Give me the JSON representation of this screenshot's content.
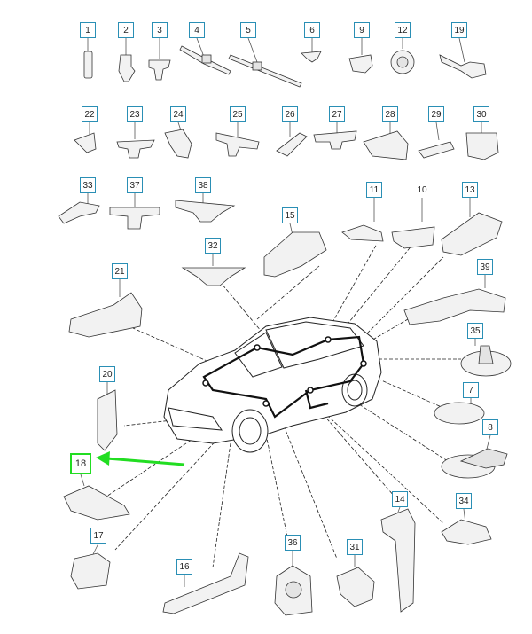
{
  "parts": [
    {
      "id": "1",
      "label": "1"
    },
    {
      "id": "2",
      "label": "2"
    },
    {
      "id": "3",
      "label": "3"
    },
    {
      "id": "4",
      "label": "4"
    },
    {
      "id": "5",
      "label": "5"
    },
    {
      "id": "6",
      "label": "6"
    },
    {
      "id": "9",
      "label": "9"
    },
    {
      "id": "12",
      "label": "12"
    },
    {
      "id": "19",
      "label": "19"
    },
    {
      "id": "22",
      "label": "22"
    },
    {
      "id": "23",
      "label": "23"
    },
    {
      "id": "24",
      "label": "24"
    },
    {
      "id": "25",
      "label": "25"
    },
    {
      "id": "26",
      "label": "26"
    },
    {
      "id": "27",
      "label": "27"
    },
    {
      "id": "28",
      "label": "28"
    },
    {
      "id": "29",
      "label": "29"
    },
    {
      "id": "30",
      "label": "30"
    },
    {
      "id": "33",
      "label": "33"
    },
    {
      "id": "37",
      "label": "37"
    },
    {
      "id": "38",
      "label": "38"
    },
    {
      "id": "11",
      "label": "11"
    },
    {
      "id": "10",
      "label": "10"
    },
    {
      "id": "13",
      "label": "13"
    },
    {
      "id": "15",
      "label": "15"
    },
    {
      "id": "32",
      "label": "32"
    },
    {
      "id": "21",
      "label": "21"
    },
    {
      "id": "39",
      "label": "39"
    },
    {
      "id": "35",
      "label": "35"
    },
    {
      "id": "20",
      "label": "20"
    },
    {
      "id": "7",
      "label": "7"
    },
    {
      "id": "8",
      "label": "8"
    },
    {
      "id": "18",
      "label": "18"
    },
    {
      "id": "14",
      "label": "14"
    },
    {
      "id": "34",
      "label": "34"
    },
    {
      "id": "17",
      "label": "17"
    },
    {
      "id": "16",
      "label": "16"
    },
    {
      "id": "36",
      "label": "36"
    },
    {
      "id": "31",
      "label": "31"
    }
  ],
  "highlight": {
    "part": "18",
    "color": "#22dd22"
  }
}
